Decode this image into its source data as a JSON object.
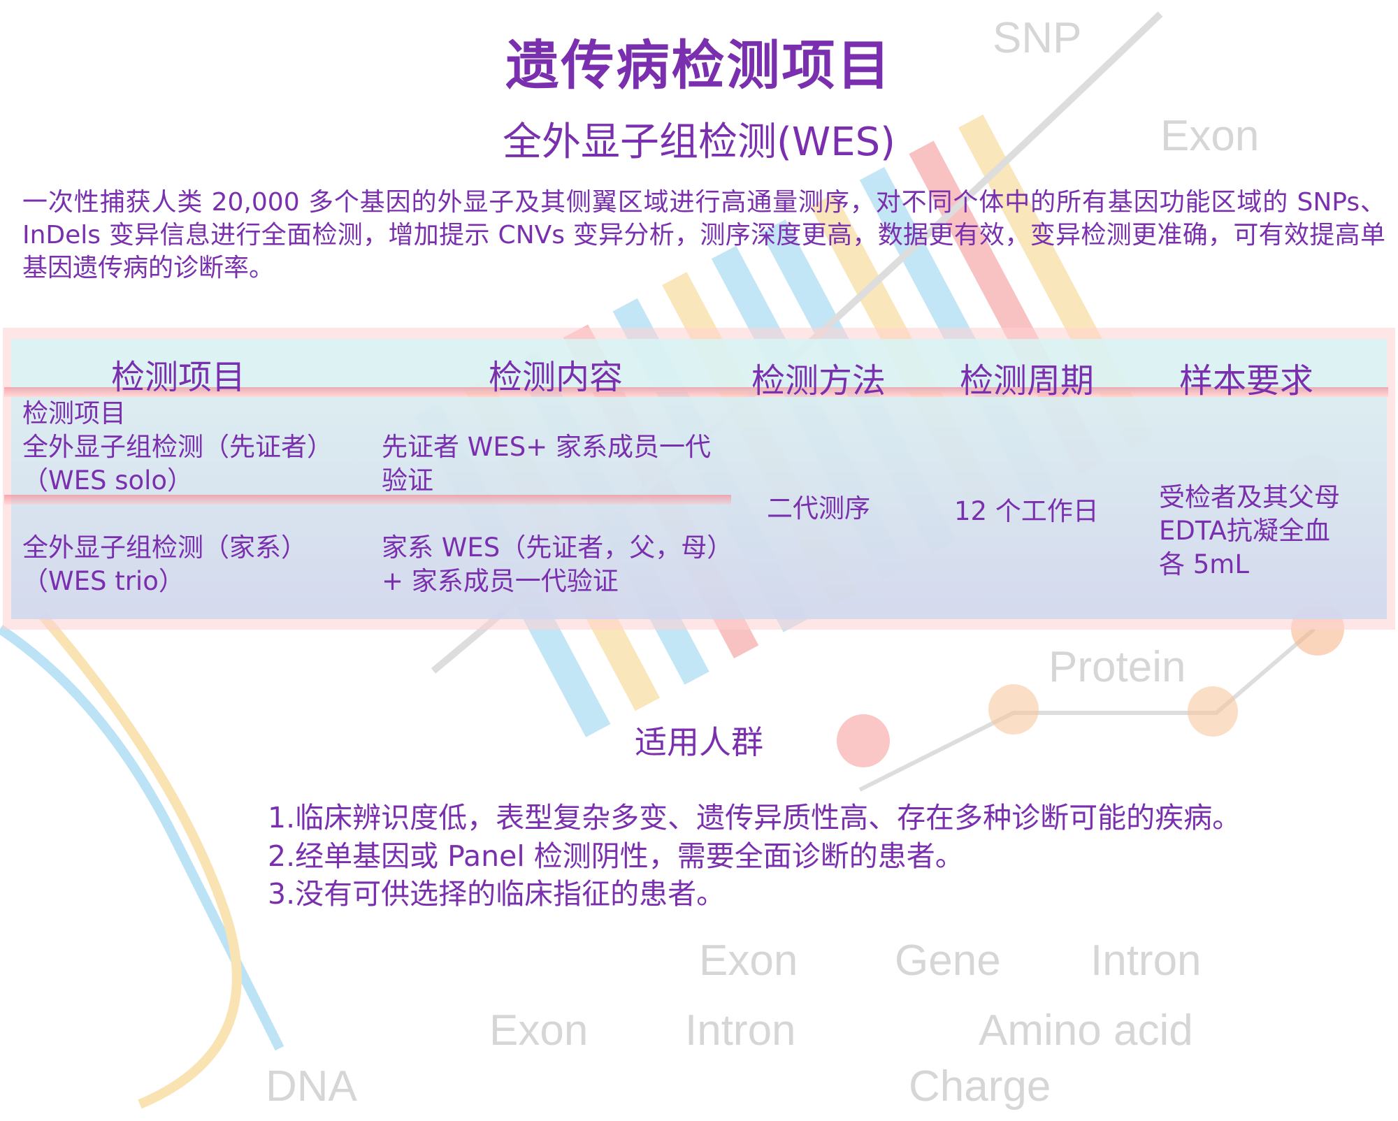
{
  "title": "遗传病检测项目",
  "subtitle": "全外显子组检测(WES)",
  "description": "一次性捕获人类 20,000 多个基因的外显子及其侧翼区域进行高通量测序，对不同个体中的所有基因功能区域的 SNPs、InDels 变异信息进行全面检测，增加提示 CNVs 变异分析，测序深度更高，数据更有效，变异检测更准确，可有效提高单基因遗传病的诊断率。",
  "table": {
    "headers": [
      "检测项目",
      "检测内容",
      "检测方法",
      "检测周期",
      "样本要求"
    ],
    "rows": [
      {
        "item_label": "检测项目",
        "item": "全外显子组检测（先证者）",
        "item_code": "（WES solo）",
        "content": "先证者 WES+ 家系成员一代验证"
      },
      {
        "item": "全外显子组检测（家系）",
        "item_code": "（WES trio）",
        "content": "家系 WES（先证者，父，母）+ 家系成员一代验证"
      }
    ],
    "method": "二代测序",
    "period": "12 个工作日",
    "sample_line1": "受检者及其父母",
    "sample_line2": "EDTA抗凝全血",
    "sample_line3": "各 5mL"
  },
  "section_title": "适用人群",
  "criteria": [
    "1.临床辨识度低，表型复杂多变、遗传异质性高、存在多种诊断可能的疾病。",
    "2.经单基因或 Panel 检测阴性，需要全面诊断的患者。",
    "3.没有可供选择的临床指征的患者。"
  ],
  "watermarks": [
    "SNP",
    "Exon",
    "Exon",
    "Gene",
    "Intron",
    "Exon",
    "Intron",
    "Protein",
    "Amino acid",
    "Charge",
    "DNA"
  ],
  "colors": {
    "text": "#7a2fae"
  }
}
